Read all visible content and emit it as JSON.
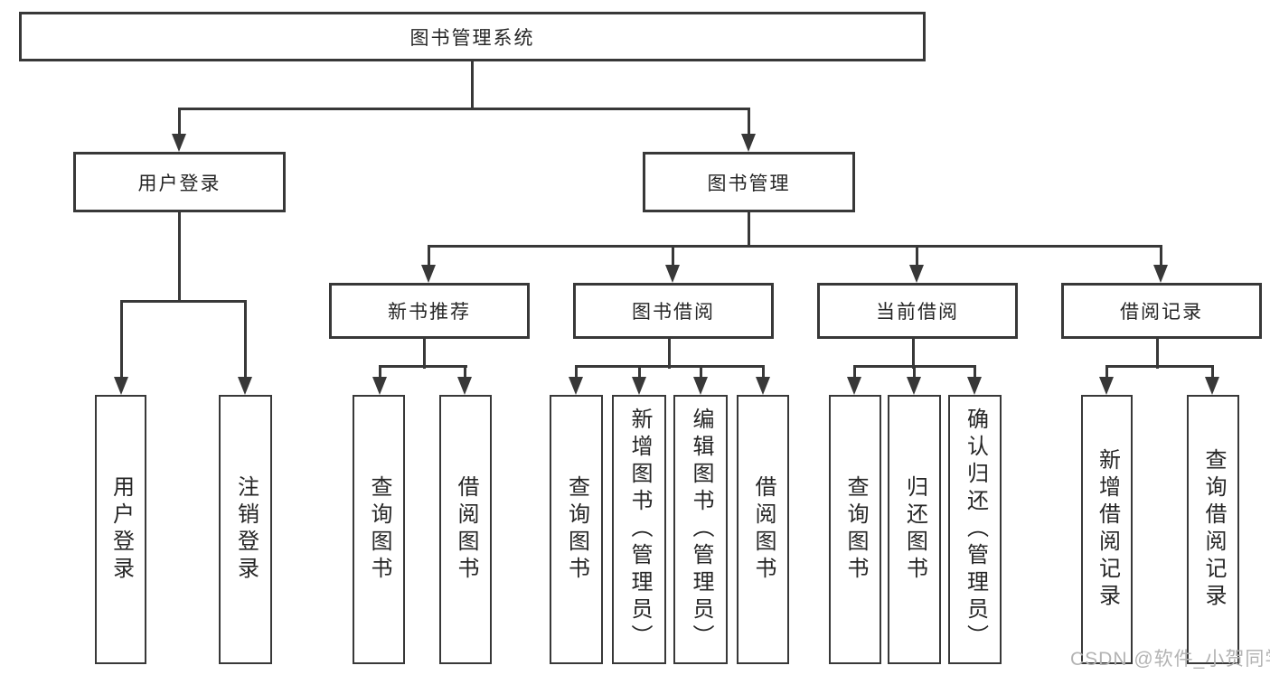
{
  "nodes": {
    "root": "图书管理系统",
    "user_login": "用户登录",
    "book_management": "图书管理",
    "new_book_recommend": "新书推荐",
    "book_borrowing": "图书借阅",
    "current_borrowing": "当前借阅",
    "borrowing_records": "借阅记录"
  },
  "leaves": {
    "user_login": [
      "用户登录",
      "注销登录"
    ],
    "new_book_recommend": [
      "查询图书",
      "借阅图书"
    ],
    "book_borrowing": [
      "查询图书",
      "新增图书（管理员）",
      "编辑图书（管理员）",
      "借阅图书"
    ],
    "current_borrowing": [
      "查询图书",
      "归还图书",
      "确认归还（管理员）"
    ],
    "borrowing_records": [
      "新增借阅记录",
      "查询借阅记录"
    ]
  },
  "watermark": "CSDN @软件_小贺同学",
  "colors": {
    "line": "#383838",
    "text": "#262626",
    "watermark": "#b3b3b3",
    "box-bg": "#ffffff"
  }
}
